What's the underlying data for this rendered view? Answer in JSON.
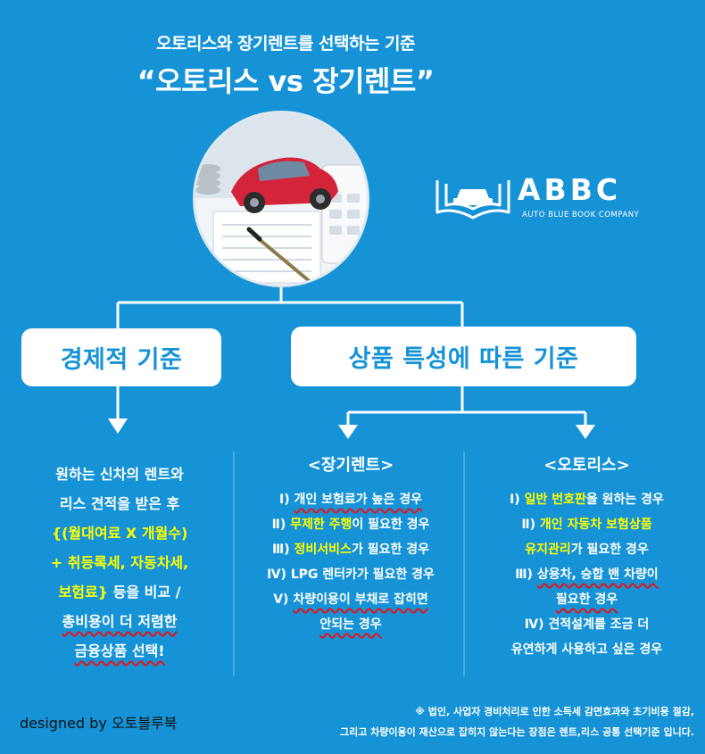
{
  "header": {
    "subtitle": "오토리스와 장기렌트를 선택하는 기준",
    "title": "“오토리스 vs 장기렌트”"
  },
  "logo": {
    "name": "ABBC",
    "tagline": "AUTO BLUE BOOK COMPANY"
  },
  "boxes": {
    "economic": "경제적 기준",
    "product": "상품 특성에 따른 기준"
  },
  "economic": {
    "line1": "원하는 신차의 렌트와",
    "line2": "리스 견적을 받은 후",
    "line3": "{(월대여료 X 개월수)",
    "line4a": "+ 취등록세, 자동차세,",
    "line5a": "보험료}",
    "line5b": " 등을 비교 /",
    "line6": "총비용이 더 저렴한",
    "line7": "금융상품 선택!"
  },
  "rent": {
    "heading": "<장기렌트>",
    "i1_num": "Ⅰ) ",
    "i1_text": "개인 보험료가 높은 경우",
    "i2_num": "Ⅱ) ",
    "i2_hl": "무제한 주행",
    "i2_rest": "이 필요한 경우",
    "i3_num": "Ⅲ) ",
    "i3_hl": "정비서비스",
    "i3_rest": "가 필요한 경우",
    "i4": "Ⅳ) LPG 렌터카가 필요한 경우",
    "i5_num": "Ⅴ) ",
    "i5_text": "차량이용이 부채로 잡히면",
    "i5_text2": "안되는 경우"
  },
  "lease": {
    "heading": "<오토리스>",
    "i1_num": "Ⅰ) ",
    "i1_hl": "일반 번호판",
    "i1_rest": "을 원하는 경우",
    "i2_num": "Ⅱ) ",
    "i2_hl": "개인 자동차 보험상품",
    "i2_hl2": "유지관리",
    "i2_rest": "가 필요한 경우",
    "i3_num": "Ⅲ) ",
    "i3_text": "상용차, 승합 밴 차량이",
    "i3_text2": "필요한 경우",
    "i4": "Ⅳ) 견적설계를 조금 더",
    "i4b": "유연하게 사용하고 싶은 경우"
  },
  "footer": {
    "credit": "designed by 오토블루북",
    "note1": "※ 법인, 사업자 경비처리로 인한 소득세 감면효과와 초기비용 절감,",
    "note2": "그리고 차량이용이 재산으로 잡히지 않는다는 장점은 렌트,리스 공통 선택기준 입니다."
  },
  "colors": {
    "background": "#1593d6",
    "highlight": "#ffff00",
    "underline": "#e3161b"
  }
}
